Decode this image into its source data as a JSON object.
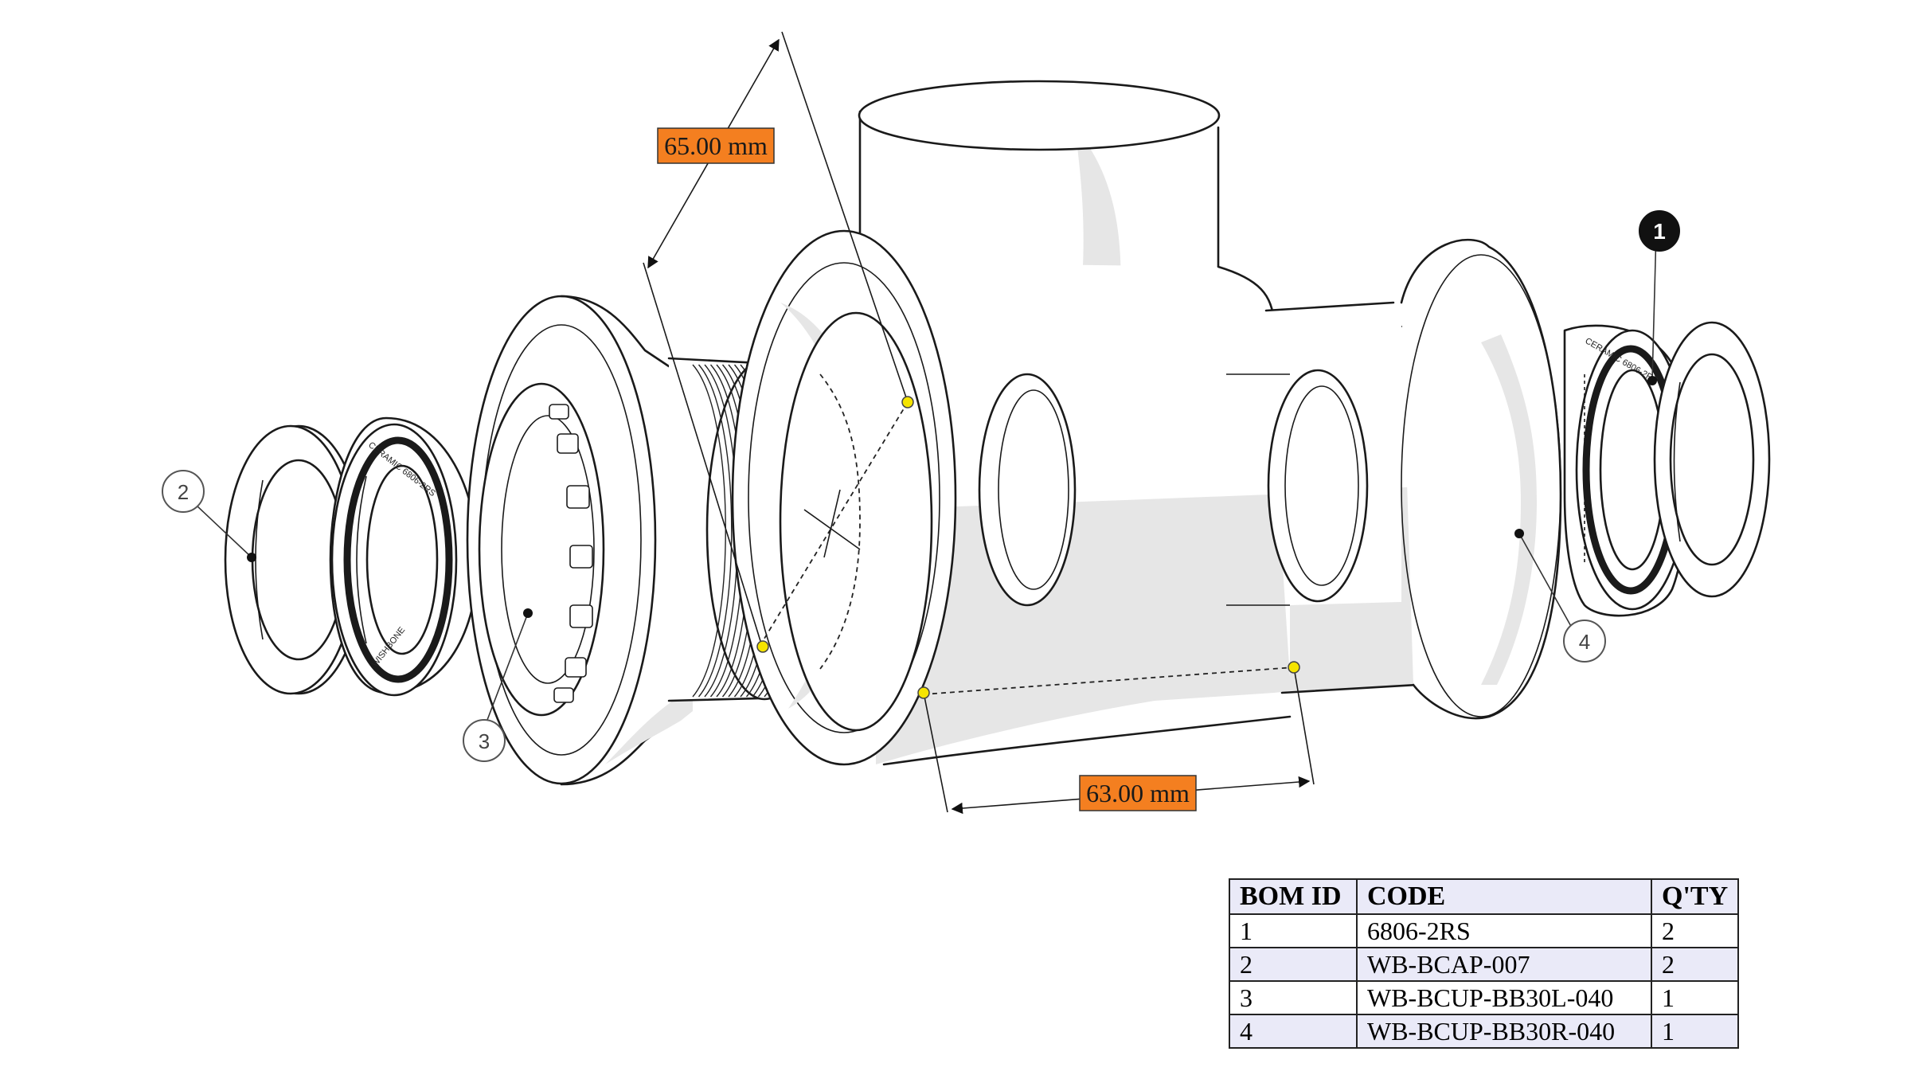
{
  "dimensions": [
    {
      "id": "dim-65",
      "label": "65.00 mm"
    },
    {
      "id": "dim-63",
      "label": "63.00 mm"
    }
  ],
  "balloons": [
    {
      "id": "1",
      "label": "1",
      "style": "filled"
    },
    {
      "id": "2",
      "label": "2",
      "style": "outline"
    },
    {
      "id": "3",
      "label": "3",
      "style": "outline"
    },
    {
      "id": "4",
      "label": "4",
      "style": "outline"
    }
  ],
  "bearing_print": {
    "left_top": "CERAMIC 6806-2RS",
    "left_bottom": "WISHBONE",
    "right_top": "CERAMIC 6806-2RS"
  },
  "colors": {
    "dimension_box": "#f47f20",
    "marker_point": "#f5e400",
    "table_header_bg": "#eaeaf8",
    "shading": "#e6e6e6"
  },
  "bom_table": {
    "headers": [
      "BOM ID",
      "CODE",
      "Q'TY"
    ],
    "rows": [
      [
        "1",
        "6806-2RS",
        "2"
      ],
      [
        "2",
        "WB-BCAP-007",
        "2"
      ],
      [
        "3",
        "WB-BCUP-BB30L-040",
        "1"
      ],
      [
        "4",
        "WB-BCUP-BB30R-040",
        "1"
      ]
    ]
  }
}
